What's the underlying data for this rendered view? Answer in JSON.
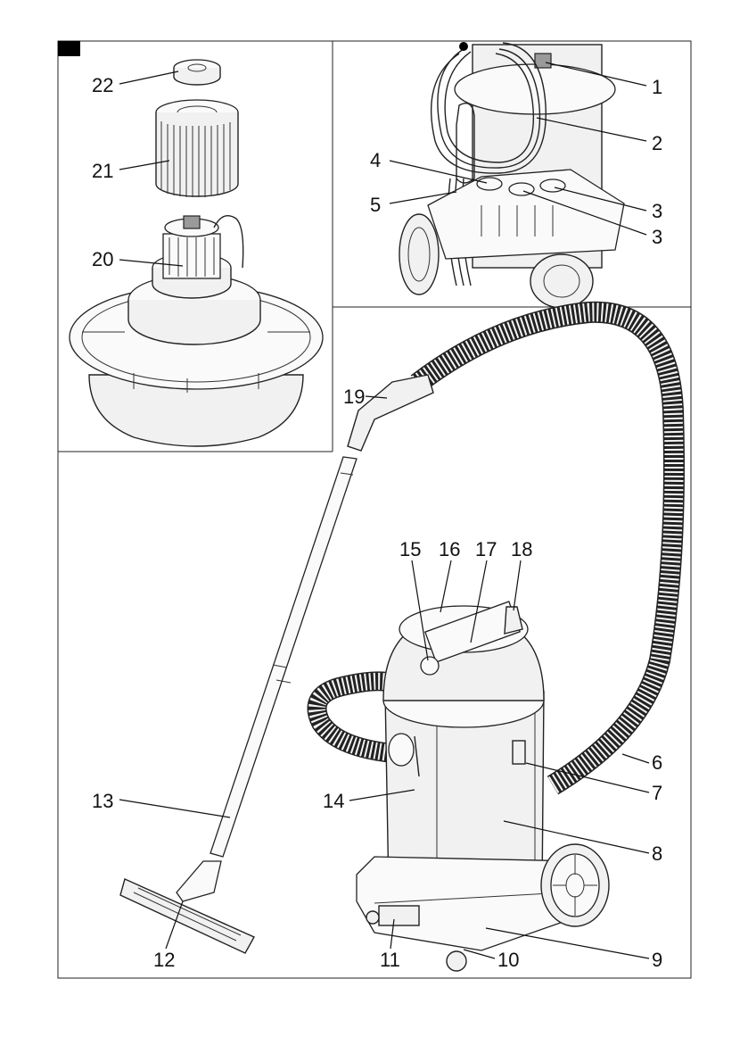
{
  "callouts": {
    "c1": "1",
    "c2": "2",
    "c3a": "3",
    "c3b": "3",
    "c4": "4",
    "c5": "5",
    "c6": "6",
    "c7": "7",
    "c8": "8",
    "c9": "9",
    "c10": "10",
    "c11": "11",
    "c12": "12",
    "c13": "13",
    "c14": "14",
    "c15": "15",
    "c16": "16",
    "c17": "17",
    "c18": "18",
    "c19": "19",
    "c20": "20",
    "c21": "21",
    "c22": "22"
  },
  "colors": {
    "ink": "#222222",
    "fill": "#f1f1f1",
    "marker": "#000000"
  }
}
